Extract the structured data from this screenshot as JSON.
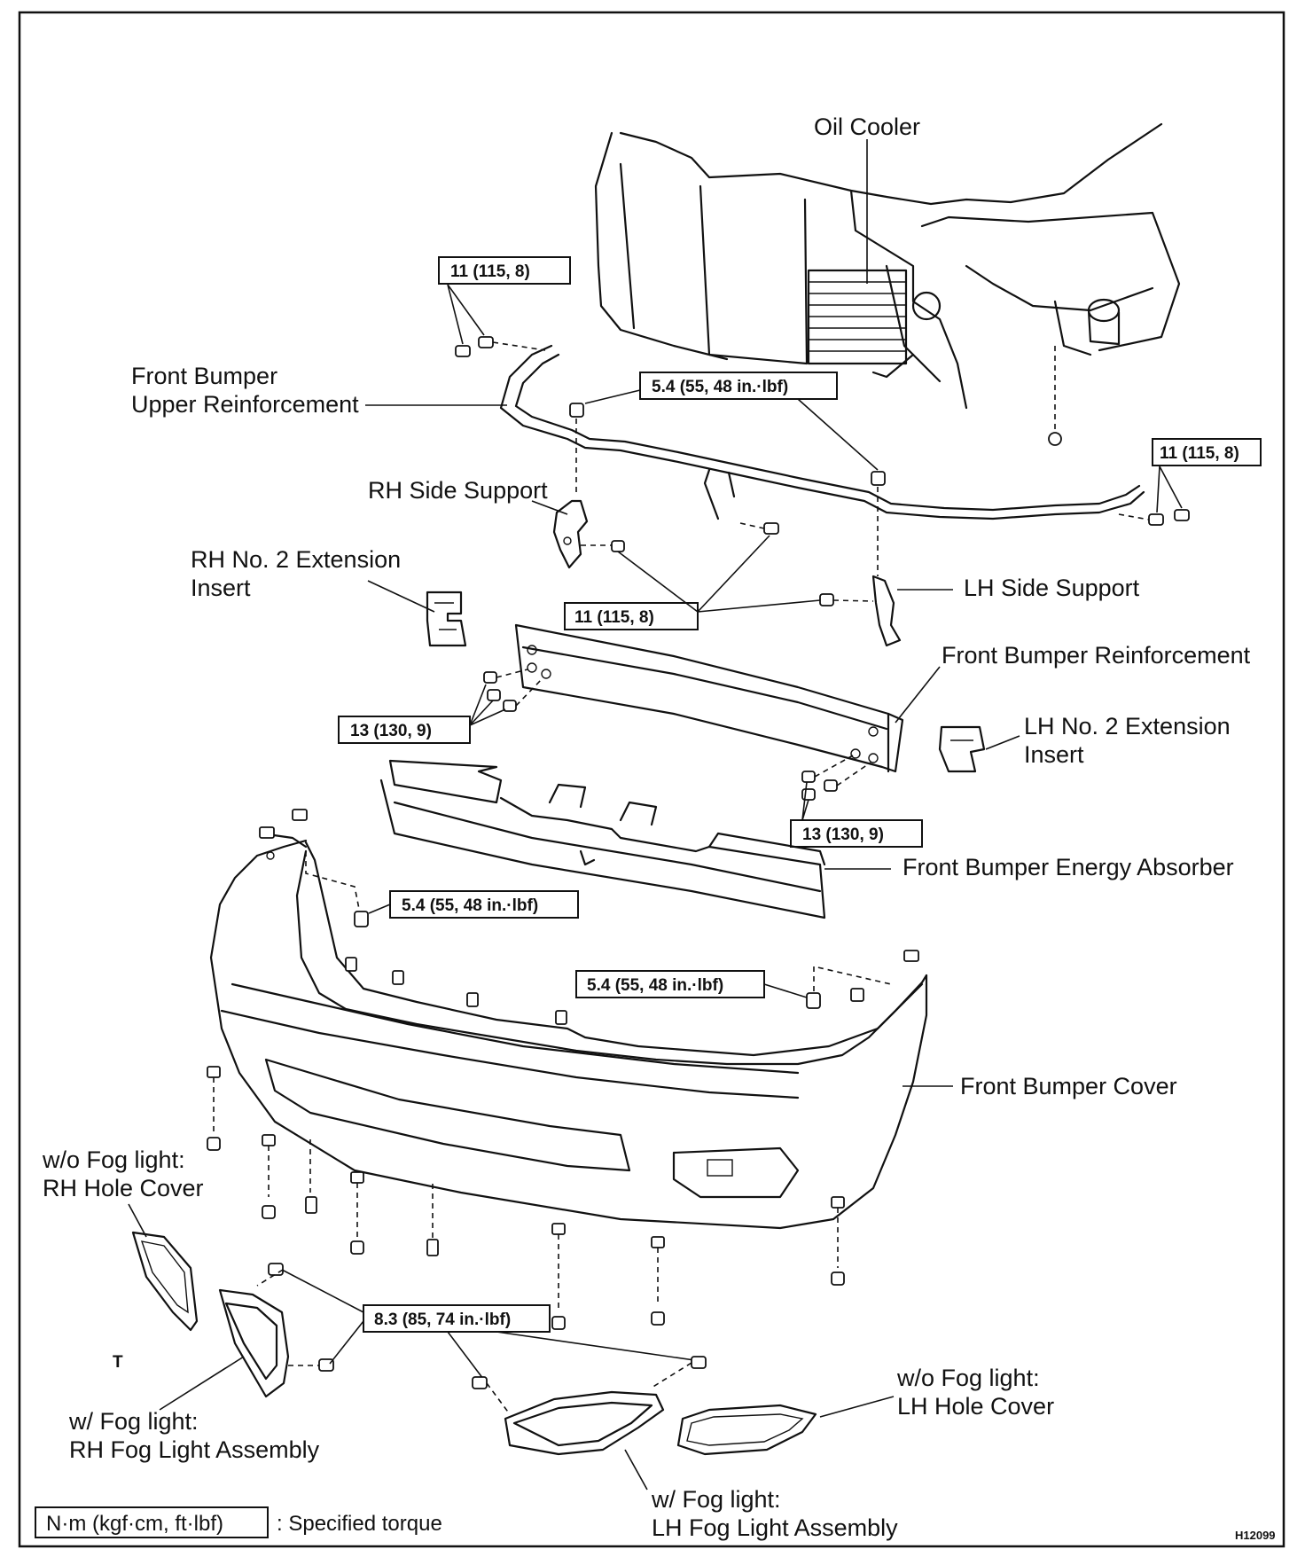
{
  "labels": {
    "oil_cooler": "Oil Cooler",
    "upper_reinforcement_1": "Front Bumper",
    "upper_reinforcement_2": "Upper Reinforcement",
    "rh_side_support": "RH Side Support",
    "rh_extension_1": "RH No. 2 Extension",
    "rh_extension_2": "Insert",
    "lh_side_support": "LH Side Support",
    "front_bumper_reinforcement": "Front Bumper Reinforcement",
    "lh_extension_1": "LH No. 2 Extension",
    "lh_extension_2": "Insert",
    "energy_absorber": "Front Bumper Energy Absorber",
    "front_bumper_cover": "Front Bumper Cover",
    "rh_hole_cover_1": "w/o Fog light:",
    "rh_hole_cover_2": "RH Hole Cover",
    "rh_fog_light_1": "w/ Fog light:",
    "rh_fog_light_2": "RH Fog Light Assembly",
    "lh_hole_cover_1": "w/o Fog light:",
    "lh_hole_cover_2": "LH Hole Cover",
    "lh_fog_light_1": "w/ Fog light:",
    "lh_fog_light_2": "LH Fog Light Assembly",
    "t_mark": "T"
  },
  "torque": {
    "upper_left": "11 (115, 8)",
    "upper_center": "5.4 (55, 48 in.·lbf)",
    "upper_right": "11 (115, 8)",
    "side_supports": "11 (115, 8)",
    "reinf_left": "13 (130, 9)",
    "reinf_right": "13 (130, 9)",
    "cover_left": "5.4 (55, 48 in.·lbf)",
    "cover_right": "5.4 (55, 48 in.·lbf)",
    "fog_lights": "8.3 (85, 74 in.·lbf)"
  },
  "legend": {
    "unit": "N·m (kgf·cm, ft·lbf)",
    "description": ": Specified torque"
  },
  "figure_code": "H12099"
}
